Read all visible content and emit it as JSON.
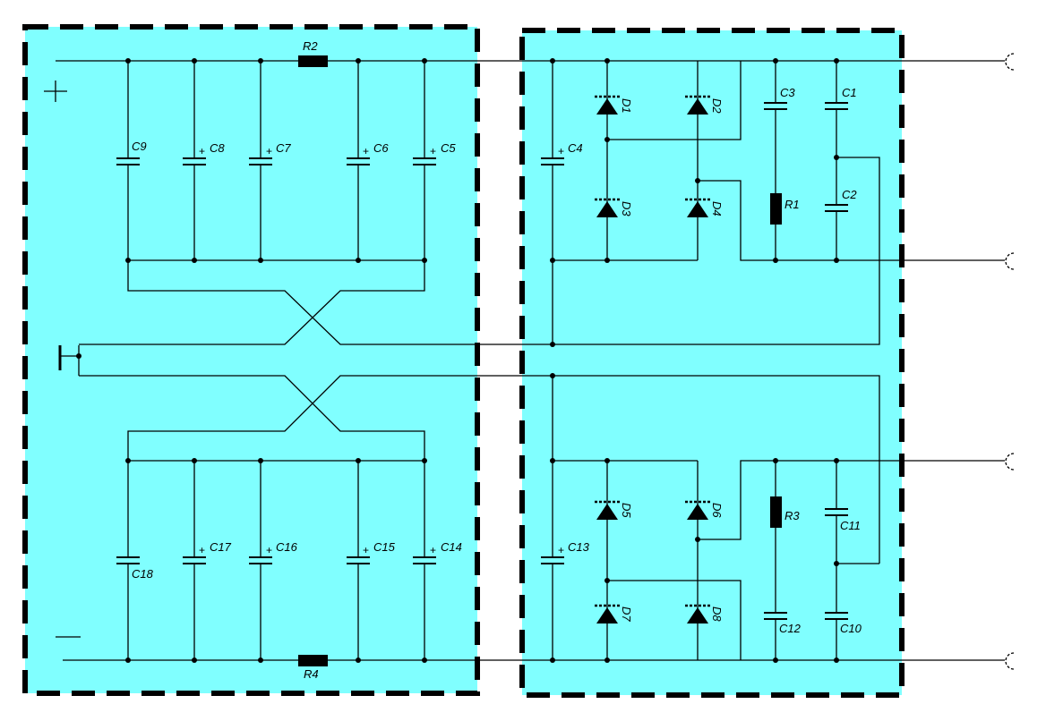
{
  "labels": {
    "R1": "R1",
    "R2": "R2",
    "R3": "R3",
    "R4": "R4",
    "C1": "C1",
    "C2": "C2",
    "C3": "C3",
    "C4": "C4",
    "C5": "C5",
    "C6": "C6",
    "C7": "C7",
    "C8": "C8",
    "C9": "C9",
    "C10": "C10",
    "C11": "C11",
    "C12": "C12",
    "C13": "C13",
    "C14": "C14",
    "C15": "C15",
    "C16": "C16",
    "C17": "C17",
    "C18": "C18",
    "D1": "D1",
    "D2": "D2",
    "D3": "D3",
    "D4": "D4",
    "D5": "D5",
    "D6": "D6",
    "D7": "D7",
    "D8": "D8",
    "polarity_mark": "+"
  },
  "colors": {
    "panel_fill": "#80ffff",
    "ink": "#000000"
  }
}
